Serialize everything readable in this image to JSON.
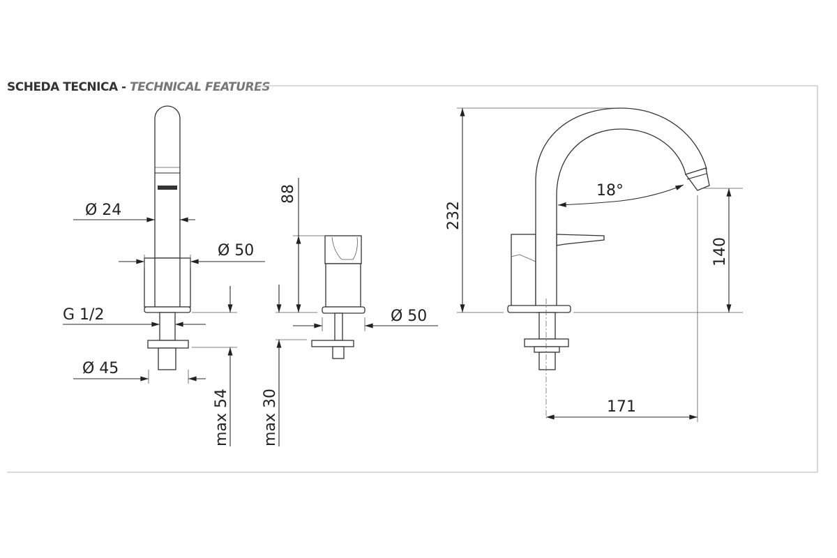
{
  "header": {
    "title_it": "SCHEDA TECNICA",
    "separator": "-",
    "title_en": "TECHNICAL FEATURES",
    "title_it_color": "#333333",
    "title_en_color": "#777777"
  },
  "front_view": {
    "dim_spout_diameter": "Ø 24",
    "dim_body_diameter": "Ø 50",
    "dim_thread": "G 1/2",
    "dim_base_diameter": "Ø 45",
    "dim_max_thickness": "max 54"
  },
  "mixer_view": {
    "dim_height": "88",
    "dim_diameter": "Ø 50",
    "dim_max_thickness": "max 30"
  },
  "side_view": {
    "dim_total_height": "232",
    "dim_angle": "18°",
    "dim_outlet_height": "140",
    "dim_reach": "171"
  }
}
